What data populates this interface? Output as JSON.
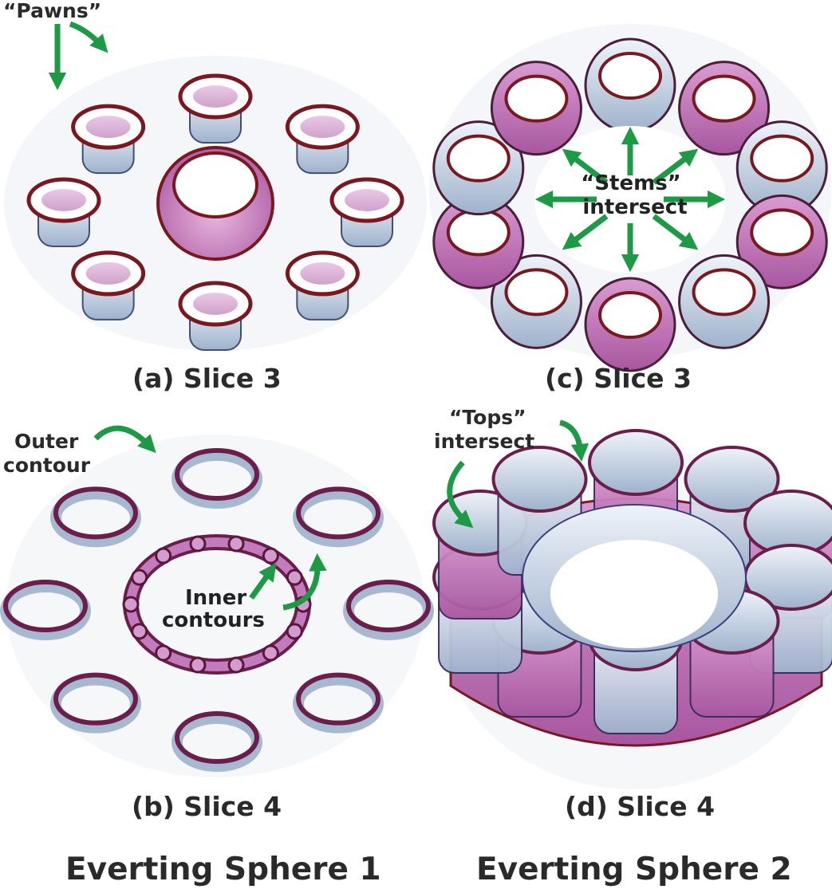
{
  "panels": {
    "a": {
      "caption": "(a) Slice 3",
      "annotation": "“Pawns”"
    },
    "b": {
      "caption": "(b) Slice 4",
      "annotation_outer_line1": "Outer",
      "annotation_outer_line2": "contour",
      "annotation_inner_line1": "Inner",
      "annotation_inner_line2": "contours"
    },
    "c": {
      "caption": "(c) Slice 3",
      "annotation_line1": "“Stems”",
      "annotation_line2": "intersect"
    },
    "d": {
      "caption": "(d) Slice 4",
      "annotation_line1": "“Tops”",
      "annotation_line2": "intersect"
    }
  },
  "footers": {
    "left": "Everting Sphere 1",
    "right": "Everting Sphere 2"
  },
  "colors": {
    "arrow": "#1e9a46",
    "surface_pink": "#c27bbd",
    "surface_blue": "#cbd9e8",
    "contour": "#7a1820",
    "text": "#2a2a2a"
  }
}
